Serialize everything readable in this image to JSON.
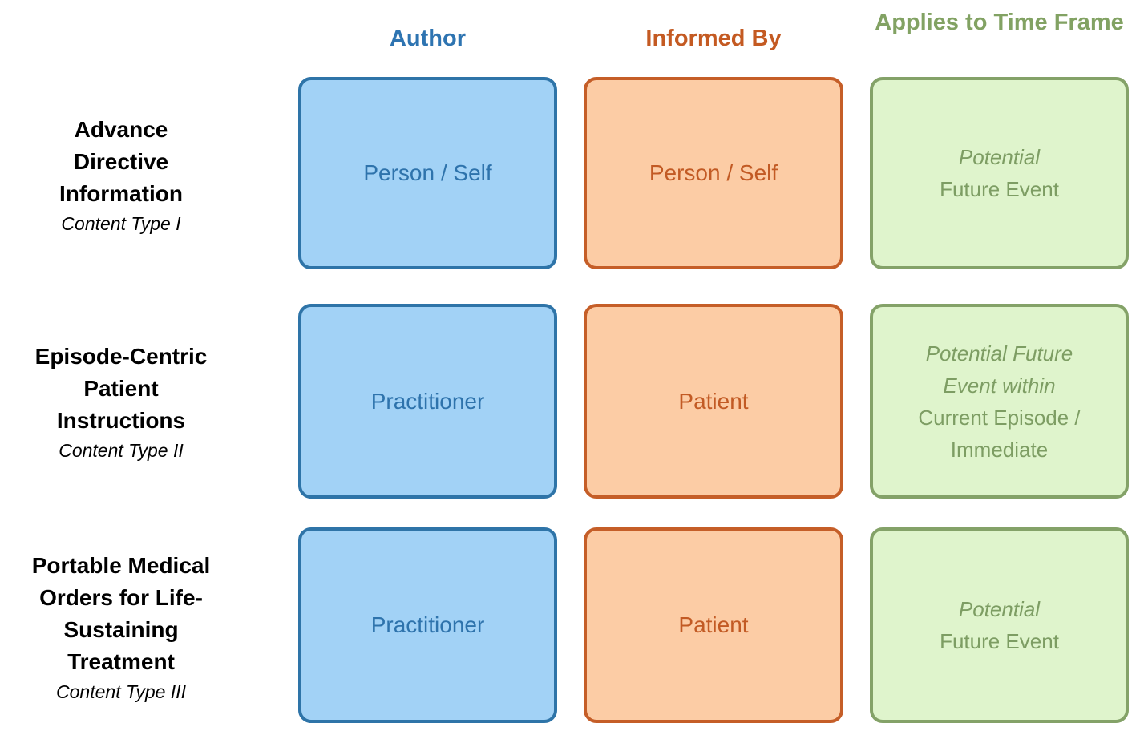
{
  "palette": {
    "blue_fill": "#A2D2F6",
    "blue_border": "#2E74A8",
    "blue_text": "#2E73AC",
    "orange_fill": "#FCCCA5",
    "orange_border": "#C55E28",
    "orange_text": "#C25A24",
    "green_fill": "#DFF4CC",
    "green_border": "#84A268",
    "green_text": "#7D9D63",
    "row_label_text": "#000000",
    "background": "#FFFFFF"
  },
  "columns": [
    {
      "id": "author",
      "label": "Author"
    },
    {
      "id": "informed-by",
      "label": "Informed By"
    },
    {
      "id": "time-frame",
      "label": "Applies to Time Frame"
    }
  ],
  "rows": [
    {
      "title": "Advance\nDirective\nInformation",
      "subtitle": "Content Type I",
      "author": "Person / Self",
      "informed_by": "Person / Self",
      "time_frame": {
        "italic": "Potential",
        "regular": "Future Event"
      }
    },
    {
      "title": "Episode-Centric\nPatient\nInstructions",
      "subtitle": "Content Type II",
      "author": "Practitioner",
      "informed_by": "Patient",
      "time_frame": {
        "italic": "Potential Future\nEvent within",
        "regular": "Current Episode /\nImmediate"
      }
    },
    {
      "title": "Portable Medical\nOrders for Life-\nSustaining\nTreatment",
      "subtitle": "Content Type III",
      "author": "Practitioner",
      "informed_by": "Patient",
      "time_frame": {
        "italic": "Potential",
        "regular": "Future Event"
      }
    }
  ]
}
